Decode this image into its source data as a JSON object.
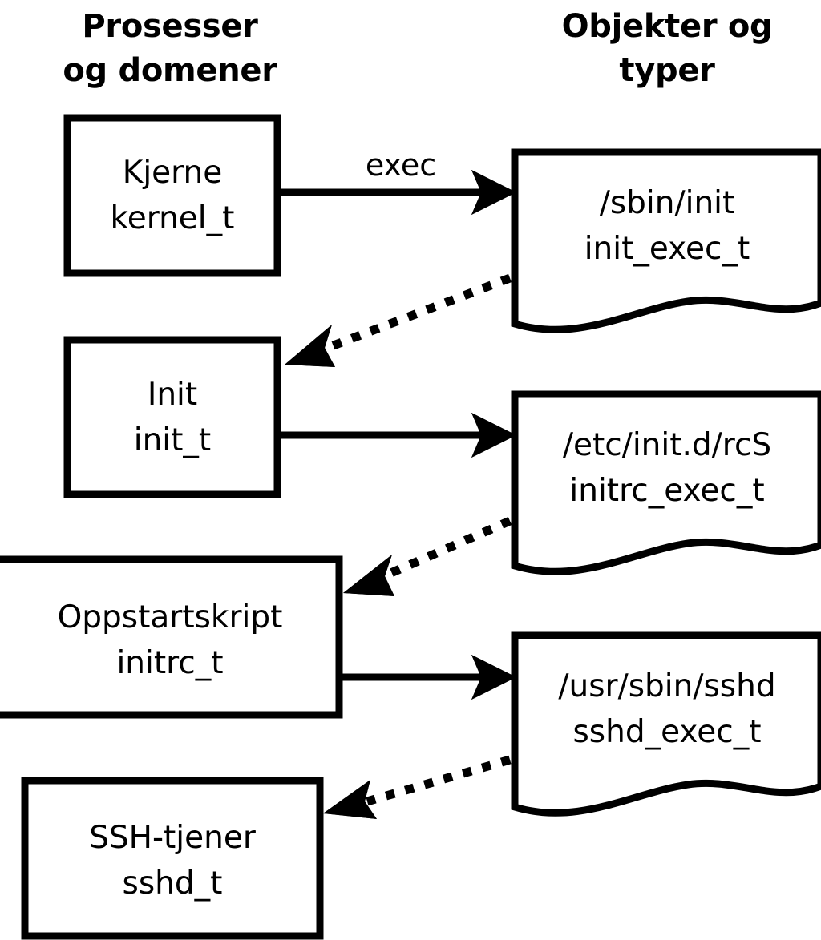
{
  "diagram": {
    "title_columns": {
      "left": {
        "line1": "Prosesser",
        "line2": "og domener"
      },
      "right": {
        "line1": "Objekter og",
        "line2": "typer"
      }
    },
    "colors": {
      "stroke": "#000000",
      "fill": "#ffffff",
      "background": "#ffffff"
    },
    "process_nodes": [
      {
        "id": "kernel",
        "line1": "Kjerne",
        "line2": "kernel_t"
      },
      {
        "id": "init",
        "line1": "Init",
        "line2": "init_t"
      },
      {
        "id": "initrc",
        "line1": "Oppstartskript",
        "line2": "initrc_t"
      },
      {
        "id": "sshd",
        "line1": "SSH-tjener",
        "line2": "sshd_t"
      }
    ],
    "object_nodes": [
      {
        "id": "init_exec",
        "line1": "/sbin/init",
        "line2": "init_exec_t"
      },
      {
        "id": "initrc_exec",
        "line1": "/etc/init.d/rcS",
        "line2": "initrc_exec_t"
      },
      {
        "id": "sshd_exec",
        "line1": "/usr/sbin/sshd",
        "line2": "sshd_exec_t"
      }
    ],
    "edges": [
      {
        "id": "exec-kernel-init",
        "from": "kernel",
        "to": "init_exec",
        "style": "solid",
        "label": "exec"
      },
      {
        "id": "transition-init",
        "from": "init_exec",
        "to": "init",
        "style": "dotted",
        "label": ""
      },
      {
        "id": "exec-init-initrc",
        "from": "init",
        "to": "initrc_exec",
        "style": "solid",
        "label": ""
      },
      {
        "id": "transition-initrc",
        "from": "initrc_exec",
        "to": "initrc",
        "style": "dotted",
        "label": ""
      },
      {
        "id": "exec-initrc-sshd",
        "from": "initrc",
        "to": "sshd_exec",
        "style": "solid",
        "label": ""
      },
      {
        "id": "transition-sshd",
        "from": "sshd_exec",
        "to": "sshd",
        "style": "dotted",
        "label": ""
      }
    ]
  }
}
